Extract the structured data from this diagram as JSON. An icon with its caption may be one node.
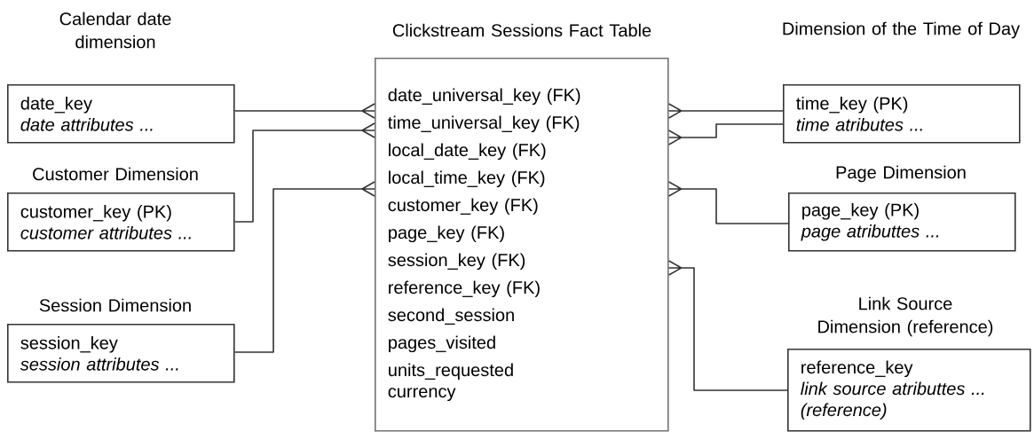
{
  "diagram": {
    "nodes": [
      {
        "text": [
          "Calendar date dimension",
          "date_key",
          "date attributes ..."
        ]
      },
      {
        "text": [
          "Clickstream Sessions Fact Table",
          "date_universal_key (FK)",
          "time_universal_key (FK)",
          "local_date_key (FK)",
          "local_time_key  (FK)",
          "customer_key (FK)",
          "page_key (FK)",
          "session_key (FK)",
          "reference_key (FK)",
          "second_session",
          "pages_visited",
          "units_requested",
          "currency"
        ]
      },
      {
        "text": [
          "Dimension of the Time of Day",
          "time_key  (PK)",
          "time atributes ..."
        ]
      },
      {
        "text": [
          "Customer Dimension",
          "customer_key (PK)",
          "customer attributes ..."
        ]
      },
      {
        "text": [
          "Page Dimension",
          "page_key (PK)",
          "page atributtes ..."
        ]
      },
      {
        "text": [
          "Session Dimension",
          "session_key",
          "session attributes ..."
        ]
      },
      {
        "text": [
          "Link Source Dimension  (reference)",
          "reference_key",
          "link source atributtes ...",
          "(reference)"
        ]
      }
    ],
    "edges": [
      {
        "from": 1,
        "to": 0,
        "arrow": "other"
      },
      {
        "from": 1,
        "to": 3,
        "arrow": "other"
      },
      {
        "from": 1,
        "to": 5,
        "arrow": "other"
      },
      {
        "from": 1,
        "to": 2,
        "arrow": "other"
      },
      {
        "from": 1,
        "to": 2,
        "arrow": "other"
      },
      {
        "from": 1,
        "to": 4,
        "arrow": "other"
      },
      {
        "from": 1,
        "to": 6,
        "arrow": "other"
      }
    ]
  }
}
